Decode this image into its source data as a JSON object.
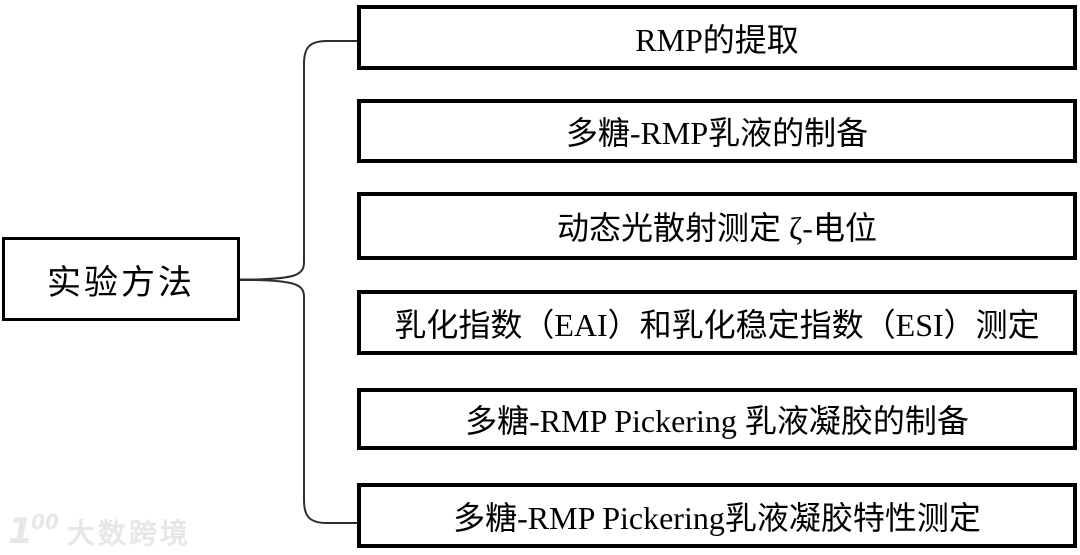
{
  "root": {
    "label": "实验方法"
  },
  "boxes": [
    {
      "label": "RMP的提取"
    },
    {
      "label": "多糖-RMP乳液的制备"
    },
    {
      "label": "动态光散射测定 ζ-电位"
    },
    {
      "label": "乳化指数（EAI）和乳化稳定指数（ESI）测定"
    },
    {
      "label": "多糖-RMP Pickering 乳液凝胶的制备"
    },
    {
      "label": "多糖-RMP Pickering乳液凝胶特性测定"
    }
  ],
  "watermark": {
    "logo_one": "1",
    "logo_oo": "00",
    "text": "大数跨境"
  },
  "colors": {
    "background": "#ffffff",
    "box_border": "#000000",
    "text": "#000000",
    "connector": "#2e2e2e",
    "watermark": "#e7e7e7"
  }
}
